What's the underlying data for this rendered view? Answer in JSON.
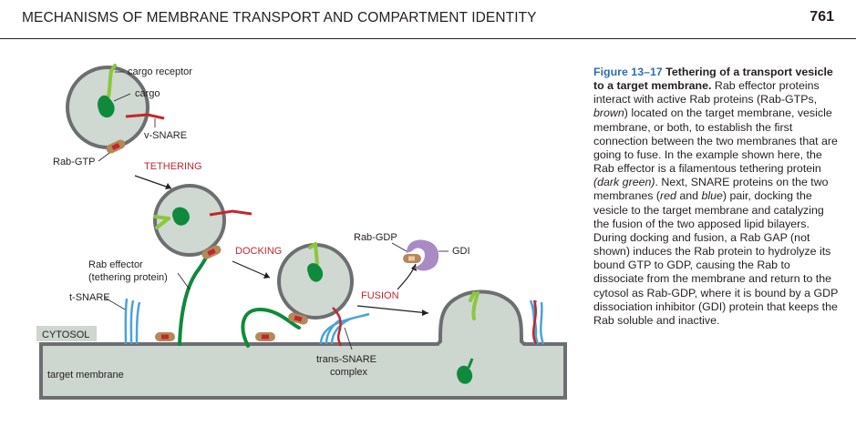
{
  "header": {
    "running_title": "MECHANISMS OF MEMBRANE TRANSPORT AND COMPARTMENT IDENTITY",
    "page_number": "761"
  },
  "figure": {
    "labels": {
      "cargo_receptor": "cargo receptor",
      "cargo": "cargo",
      "v_snare": "v-SNARE",
      "rab_gtp": "Rab-GTP",
      "rab_effector_1": "Rab effector",
      "rab_effector_2": "(tethering protein)",
      "t_snare": "t-SNARE",
      "cytosol": "CYTOSOL",
      "target_membrane": "target membrane",
      "trans_snare_1": "trans-SNARE",
      "trans_snare_2": "complex",
      "rab_gdp": "Rab-GDP",
      "gdi": "GDI"
    },
    "steps": {
      "tethering": "TETHERING",
      "docking": "DOCKING",
      "fusion": "FUSION"
    },
    "colors": {
      "vesicle_fill": "#cfd8d1",
      "vesicle_edge": "#6d6e71",
      "cytoplasm_fill": "#cdd6cf",
      "v_snare_red": "#c1272d",
      "t_snare_blue": "#4aa3d8",
      "cargo_green": "#0f8a3c",
      "receptor_green": "#8cc63f",
      "rab_brown": "#b5885a",
      "gdi_purple": "#a98bc4",
      "step_red": "#c1272d"
    }
  },
  "caption": {
    "figure_number": "Figure 13–17",
    "title": "Tethering of a transport vesicle to a target membrane.",
    "body_1": "Rab effector proteins interact with active Rab proteins (Rab-GTPs, ",
    "body_brown": "brown",
    "body_2": ") located on the target membrane, vesicle membrane, or both, to establish the first connection between the two membranes that are going to fuse. In the example shown here, the Rab effector is a filamentous tethering protein ",
    "body_dark_green": "(dark green)",
    "body_3": ". Next, SNARE proteins on the two membranes (",
    "body_red": "red",
    "body_4": " and ",
    "body_blue": "blue",
    "body_5": ") pair, docking the vesicle to the target membrane and catalyzing the fusion of the two apposed lipid bilayers. During docking and fusion, a Rab GAP (not shown) induces the Rab protein to hydrolyze its bound GTP to GDP, causing the Rab to dissociate from the membrane and return to the cytosol as Rab-GDP, where it is bound by a GDP dissociation inhibitor (GDI) protein that keeps the Rab soluble and inactive."
  }
}
